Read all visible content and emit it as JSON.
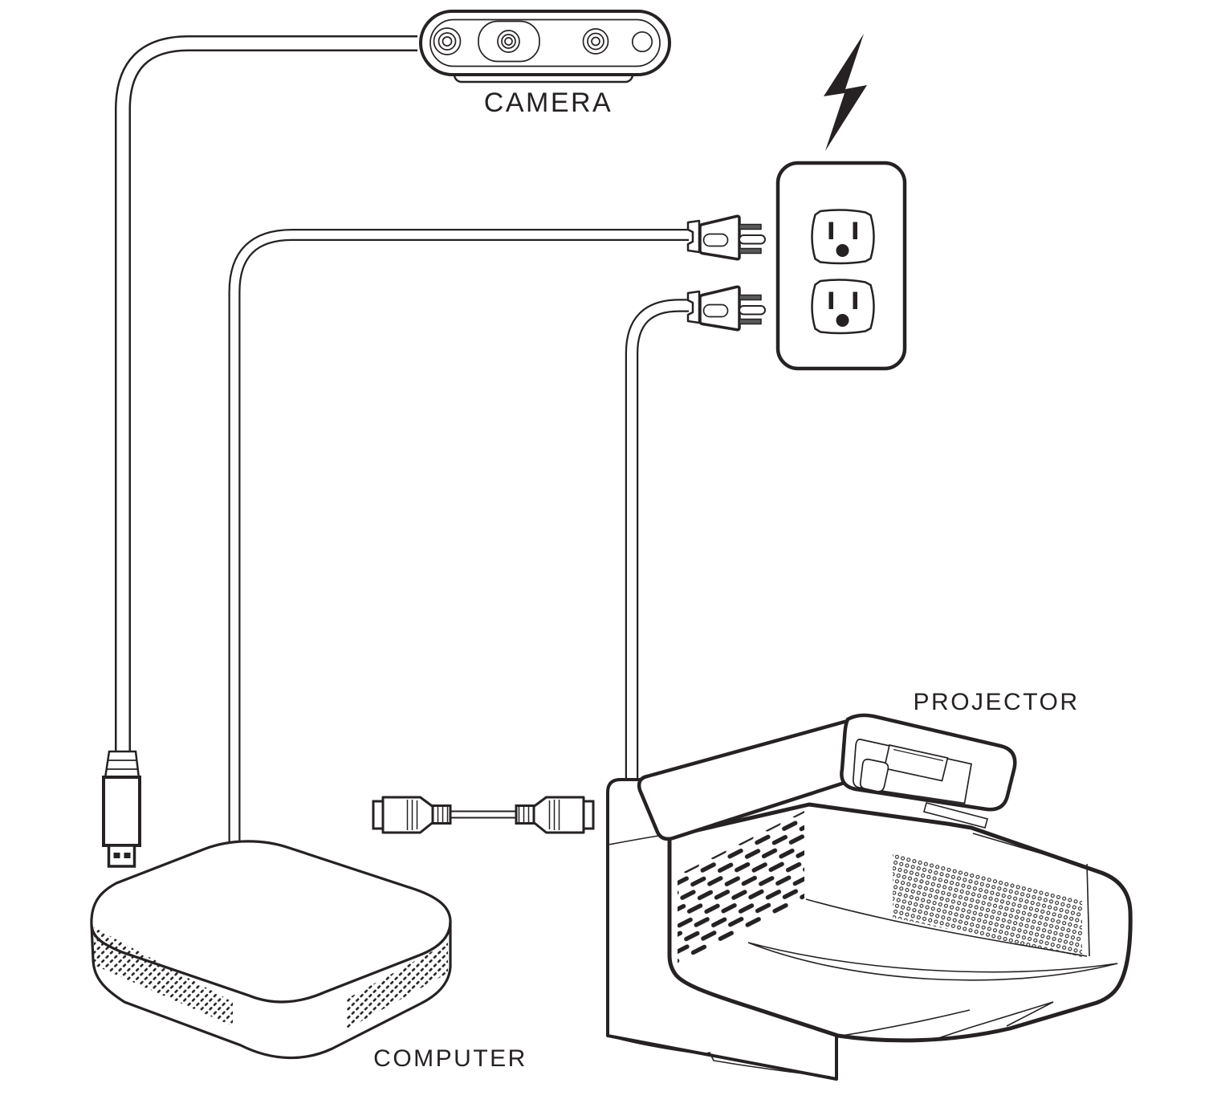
{
  "diagram": {
    "labels": {
      "camera": "CAMERA",
      "computer": "COMPUTER",
      "projector": "PROJECTOR"
    },
    "colors": {
      "line": "#262223",
      "background": "#ffffff",
      "prong_fill": "#58595b"
    },
    "icons": {
      "power_indicator": "lightning-bolt"
    }
  }
}
